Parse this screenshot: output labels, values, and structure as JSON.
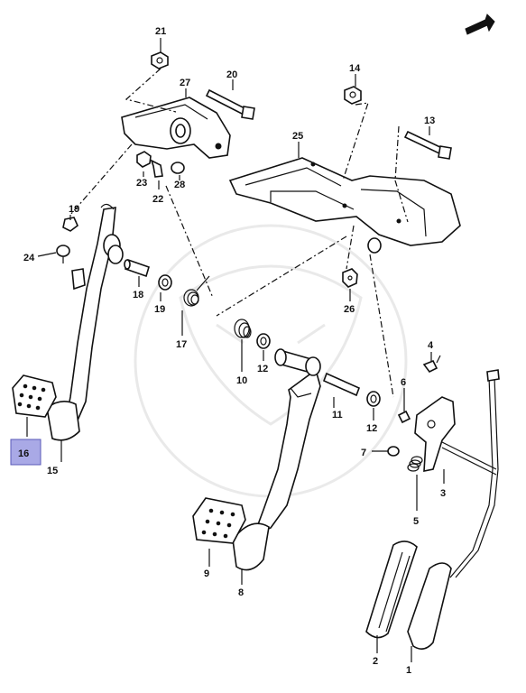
{
  "diagram": {
    "callouts": {
      "c1": "1",
      "c2": "2",
      "c3": "3",
      "c4": "4",
      "c5": "5",
      "c6": "6",
      "c7": "7",
      "c8": "8",
      "c9": "9",
      "c10": "10",
      "c11": "11",
      "c12a": "12",
      "c12b": "12",
      "c13": "13",
      "c14": "14",
      "c15": "15",
      "c16": "16",
      "c17": "17",
      "c18": "18",
      "c19a": "19",
      "c19b": "19",
      "c20": "20",
      "c21": "21",
      "c22": "22",
      "c23": "23",
      "c24": "24",
      "c25": "25",
      "c26": "26",
      "c27": "27",
      "c28": "28"
    },
    "selected_part": "16",
    "highlight_color": "#a9a9e6"
  }
}
